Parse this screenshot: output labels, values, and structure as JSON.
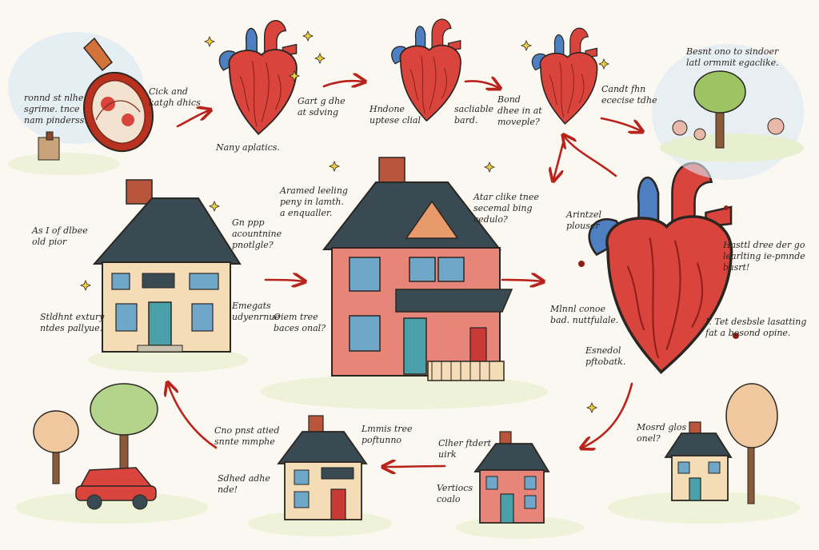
{
  "colors": {
    "arrow": "#b8231c",
    "heart_red": "#d9453d",
    "heart_blue": "#4d7fc1",
    "roof": "#394a52",
    "ink": "#2b2622"
  },
  "annotations": {
    "n1": "ronnd st nlhe\nsgrime. tnce\nnam pinderss.",
    "n2": "Cick and\nkatgh dhics",
    "n3": "Nany aplatics.",
    "n4": "Gart g dhe\nat sdving",
    "n5": "Hndone\nuptese clial",
    "n6": "sacliable\nbard.",
    "n7": "Bond\ndhee in at\nmoveple?",
    "n8": "Candt fhn\nececise tdhe",
    "n9": "Besnt ono to sindoer\nlatl ormmit egaclike.",
    "n10": "Aramed leeling\npeny in lamth.\na enqualler.",
    "n11": "Atar clike tnee\nsecemal bing\ncedulo?",
    "n12": "Arintzel\nplouser",
    "n13": "Gn ppp\nacountnine\npnotlgle?",
    "n14": "As I of dlbee\nold pior",
    "n15": "Hasttl dree der go\nlearlting ie-pmnde\nbasrt!",
    "n16": "Stldhnt extury\nntdes pallyue.",
    "n17": "Emegats\nudyenrnue",
    "n18": "Oiem tree\nbaces onal?",
    "n19": "Mlnnl conoe\nbad. nuttfulale.",
    "n20": "I. Tet desbsle lasatting\nfat a bosond opine.",
    "n21": "Esnedol\npftobatk.",
    "n22": "Cno pnst atied\nsnnte mmphe",
    "n23": "Lmmis tree\npoftunno",
    "n24": "Clher ftdert\nuirk",
    "n25": "Mosrd glos\nonel?",
    "n26": "Sdhed adhe\nnde!",
    "n27": "Vertiocs\ncoalo"
  }
}
